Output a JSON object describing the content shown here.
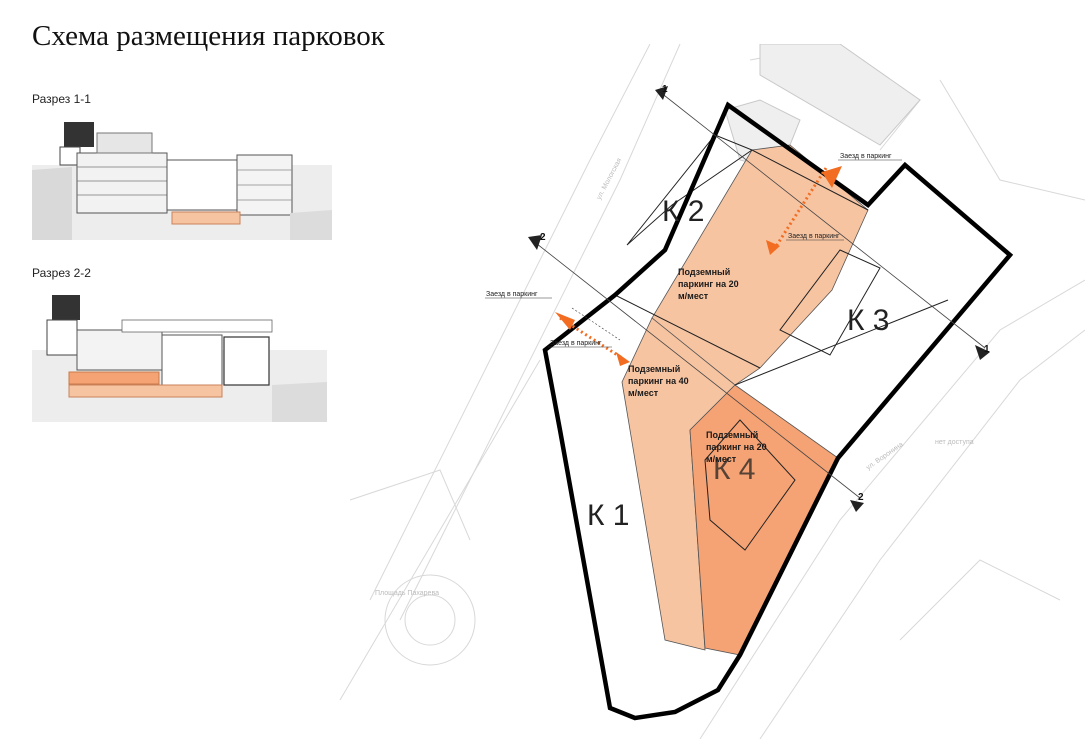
{
  "title": "Схема размещения парковок",
  "sections": [
    {
      "label": "Разрез 1-1"
    },
    {
      "label": "Разрез 2-2"
    }
  ],
  "blocks": [
    "К 1",
    "К 2",
    "К 3",
    "К 4"
  ],
  "parking_zones": [
    {
      "lines": [
        "Подземный",
        "паркинг на 20",
        "м/мест"
      ]
    },
    {
      "lines": [
        "Подземный",
        "паркинг на 40",
        "м/мест"
      ]
    },
    {
      "lines": [
        "Подземный",
        "паркинг на 20",
        "м/мест"
      ]
    }
  ],
  "entrances": [
    "Заезд в паркинг",
    "Заезд в паркинг",
    "Заезд в паркинг",
    "Заезд в паркинг"
  ],
  "cut_marks": [
    "1",
    "1",
    "2",
    "2"
  ],
  "map_labels": {
    "street_1": "ул. Мологская",
    "street_2": "ул. Воронина",
    "square": "Площадь Пахарева",
    "note": "нет доступа"
  },
  "colors": {
    "parking_light": "#f7c4a2",
    "parking_dark": "#f5a274",
    "arrow": "#f26d21",
    "outline": "#000000",
    "map_lines": "#d8d8d8"
  }
}
